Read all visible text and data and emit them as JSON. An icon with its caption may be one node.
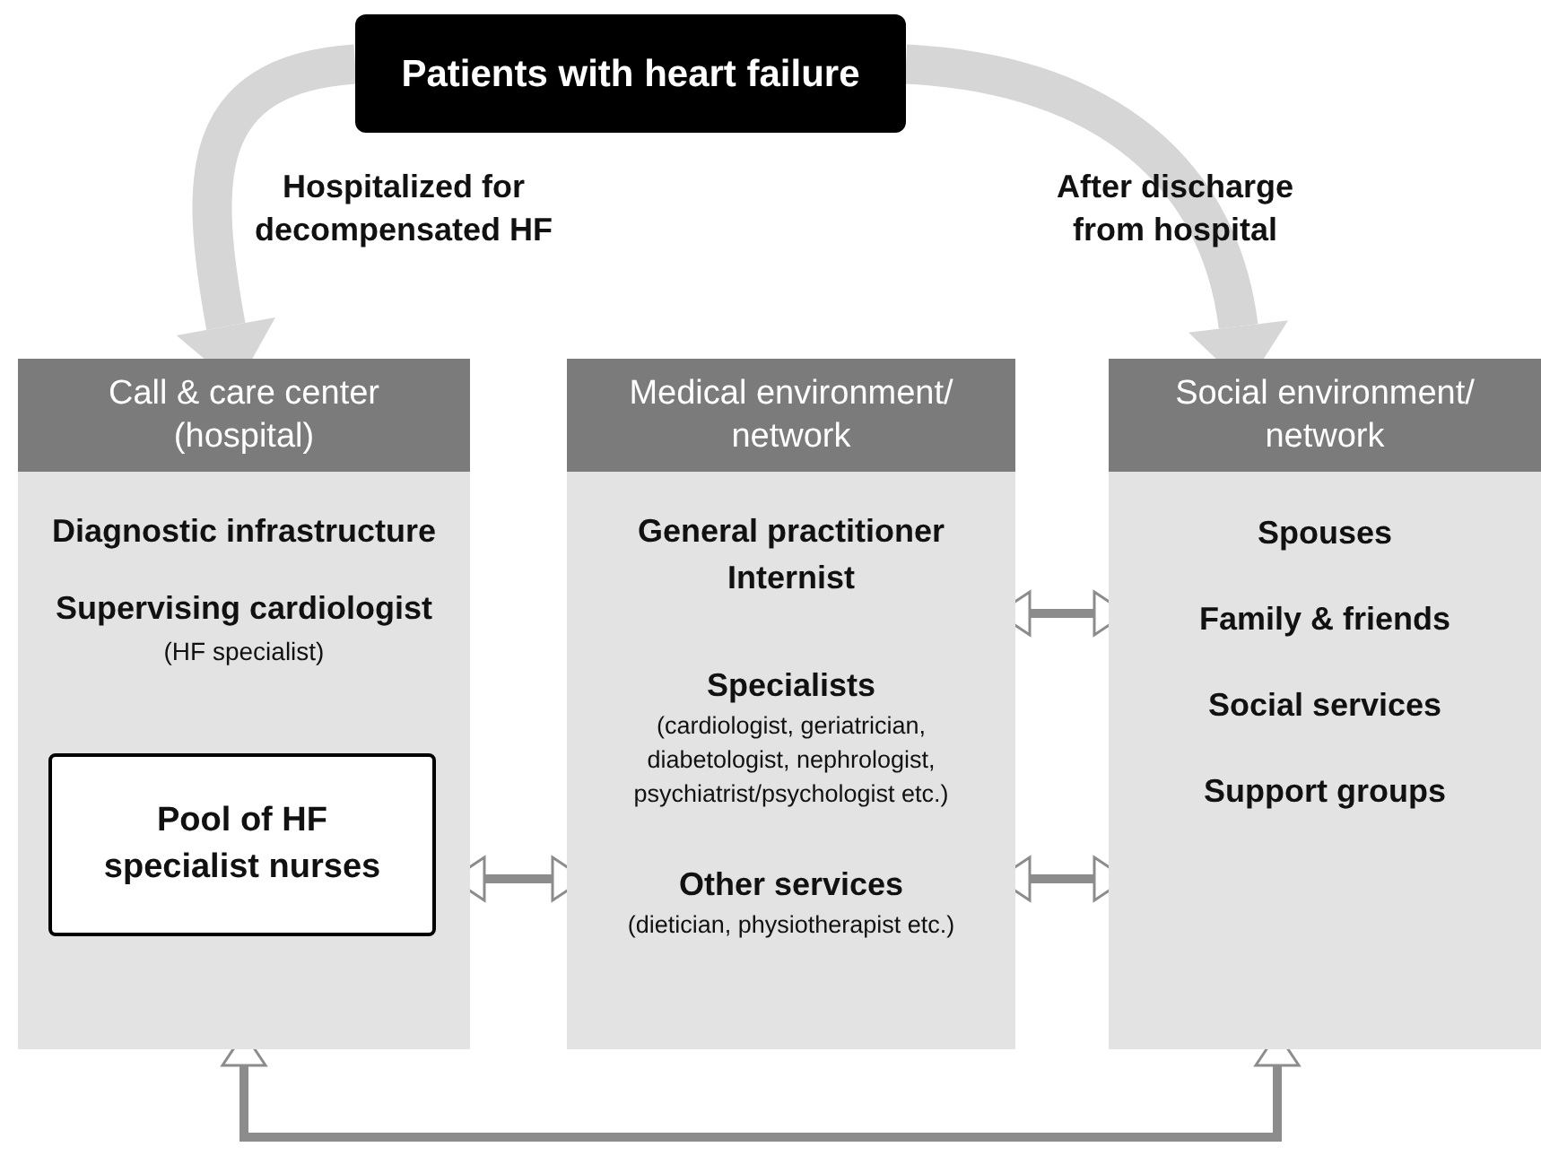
{
  "diagram": {
    "nodes": [
      {
        "text": [
          "Patients with heart failure"
        ]
      },
      {
        "text": [
          "Call & care center (hospital)",
          "Diagnostic infrastructure",
          "Supervising cardiologist",
          "(HF specialist)"
        ]
      },
      {
        "text": [
          "Pool of HF specialist nurses"
        ],
        "in": 1
      },
      {
        "text": [
          "Medical environment/ network",
          "General practitioner",
          "Internist",
          "Specialists",
          "(cardiologist, geriatrician, diabetologist, nephrologist, psychiatrist/psychologist etc.)",
          "Other services",
          "(dietician, physiotherapist etc.)"
        ]
      },
      {
        "text": [
          "Social environment/ network",
          "Spouses",
          "Family & friends",
          "Social services",
          "Support groups"
        ]
      }
    ],
    "edges": [
      {
        "from": 0,
        "to": 1,
        "arrow": "to",
        "label": "Hospitalized for decompensated HF",
        "style": "thick",
        "color": "#d6d6d6"
      },
      {
        "from": 0,
        "to": 4,
        "arrow": "to",
        "label": "After discharge from hospital",
        "style": "thick",
        "color": "#d6d6d6"
      },
      {
        "from": 2,
        "to": 3,
        "arrow": "both"
      },
      {
        "from": 3,
        "to": 4,
        "arrow": "both"
      },
      {
        "from": 3,
        "to": 4,
        "arrow": "both"
      },
      {
        "from": 1,
        "to": 4,
        "arrow": "both"
      }
    ]
  }
}
